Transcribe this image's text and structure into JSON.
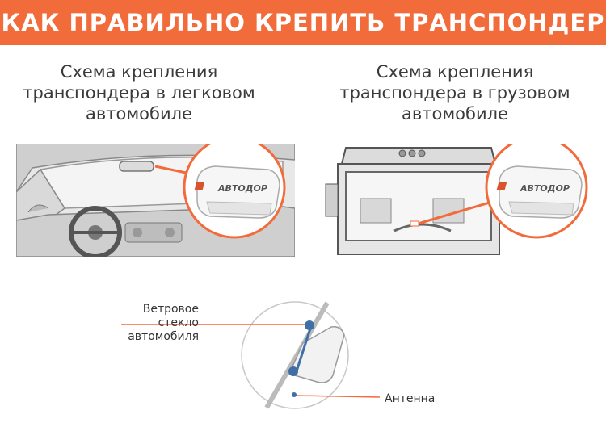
{
  "header": {
    "title": "КАК ПРАВИЛЬНО КРЕПИТЬ ТРАНСПОНДЕР"
  },
  "captions": {
    "car": [
      "Схема крепления",
      "транспондера в легковом",
      "автомобиле"
    ],
    "truck": [
      "Схема крепления",
      "транспондера в грузовом",
      "автомобиле"
    ]
  },
  "transponder": {
    "brand": "АВТОДОР"
  },
  "detail": {
    "windshield_label": [
      "Ветровое",
      "стекло",
      "автомобиля"
    ],
    "antenna_label": "Антенна"
  },
  "colors": {
    "accent": "#f26b3a",
    "pointer_dot": "#3f6fa5",
    "line": "#9a9a9a"
  }
}
